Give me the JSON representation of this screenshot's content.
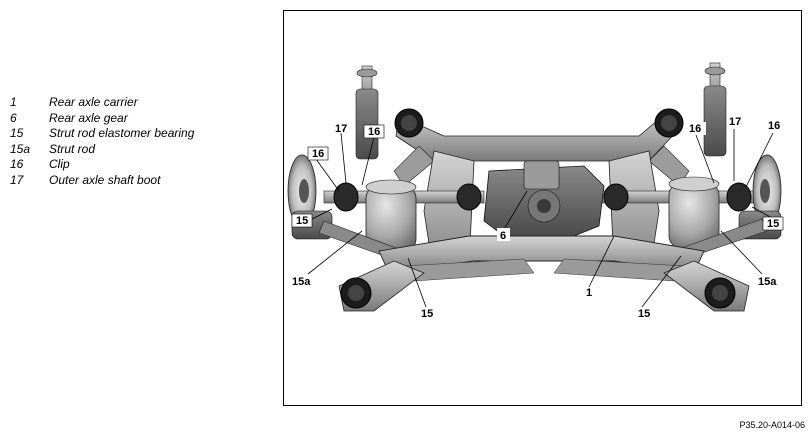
{
  "legend": [
    {
      "num": "1",
      "text": "Rear axle carrier"
    },
    {
      "num": "6",
      "text": "Rear axle gear"
    },
    {
      "num": "15",
      "text": "Strut rod elastomer bearing"
    },
    {
      "num": "15a",
      "text": "Strut rod"
    },
    {
      "num": "16",
      "text": "Clip"
    },
    {
      "num": "17",
      "text": "Outer axle shaft boot"
    }
  ],
  "callouts": {
    "c17_left": "17",
    "c16_left_top": "16",
    "c16_left": "16",
    "c15_left_box": "15",
    "c15a_left": "15a",
    "c15_left_bottom": "15",
    "c6": "6",
    "c1": "1",
    "c15_right_bottom": "15",
    "c15a_right": "15a",
    "c15_right_box": "15",
    "c16_right": "16",
    "c17_right": "17",
    "c16_right_top": "16"
  },
  "colors": {
    "frame_metal": "#a9a9a9",
    "dark_metal": "#5b5b5b",
    "bushing": "#1c1c1c",
    "outline": "#000000"
  },
  "reference": "P35.20-A014-06"
}
